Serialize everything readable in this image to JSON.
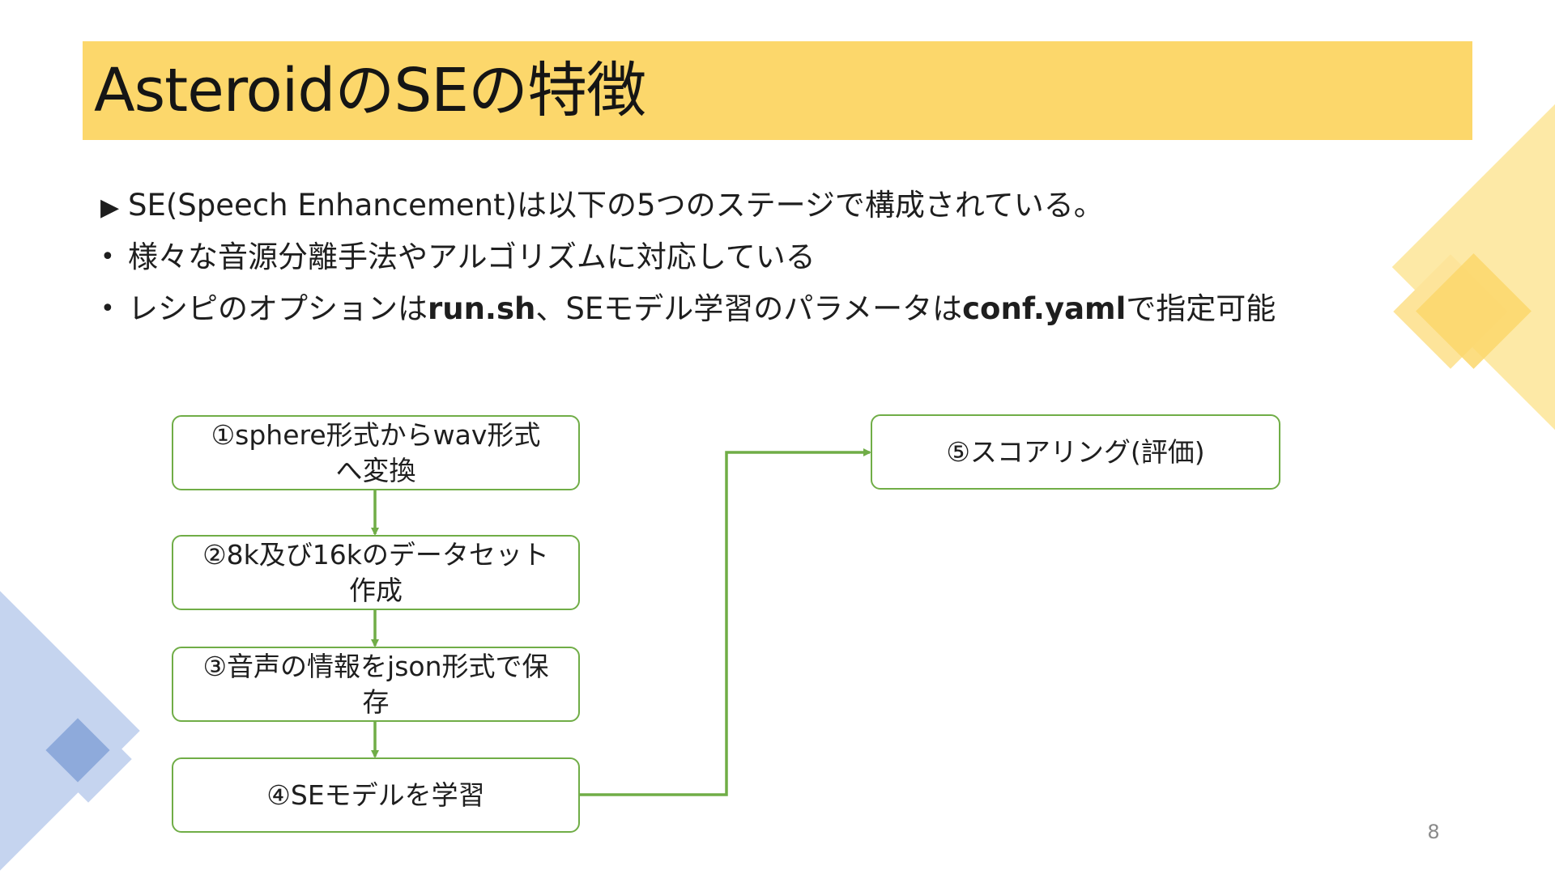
{
  "slide": {
    "title": "AsteroidのSEの特徴",
    "page_number": "8"
  },
  "bullets": [
    {
      "marker": "▶",
      "segments": [
        {
          "text": "SE(Speech Enhancement)は以下の5つのステージで構成されている。",
          "bold": false
        }
      ]
    },
    {
      "marker": "•",
      "segments": [
        {
          "text": "様々な音源分離手法やアルゴリズムに対応している",
          "bold": false
        }
      ]
    },
    {
      "marker": "•",
      "segments": [
        {
          "text": "レシピのオプションは",
          "bold": false
        },
        {
          "text": "run.sh",
          "bold": true
        },
        {
          "text": "、SEモデル学習のパラメータは",
          "bold": false
        },
        {
          "text": "conf.yaml",
          "bold": true
        },
        {
          "text": "で指定可能",
          "bold": false
        }
      ]
    }
  ],
  "flowchart": {
    "steps": [
      {
        "line1": "①sphere形式からwav形式",
        "line2": "へ変換"
      },
      {
        "line1": "②8k及び16kのデータセット",
        "line2": "作成"
      },
      {
        "line1": "③音声の情報をjson形式で保",
        "line2": "存"
      },
      {
        "line1": "④SEモデルを学習",
        "line2": ""
      },
      {
        "line1": "⑤スコアリング(評価)",
        "line2": ""
      }
    ]
  },
  "colors": {
    "title_bar": "#fcd76b",
    "flow_border": "#70ad47",
    "connector": "#70ad47",
    "deco_yellow_light": "#fde9a6",
    "deco_yellow": "#fcd76b",
    "deco_blue_light": "#c5d4ef",
    "deco_blue": "#8eaadb"
  }
}
